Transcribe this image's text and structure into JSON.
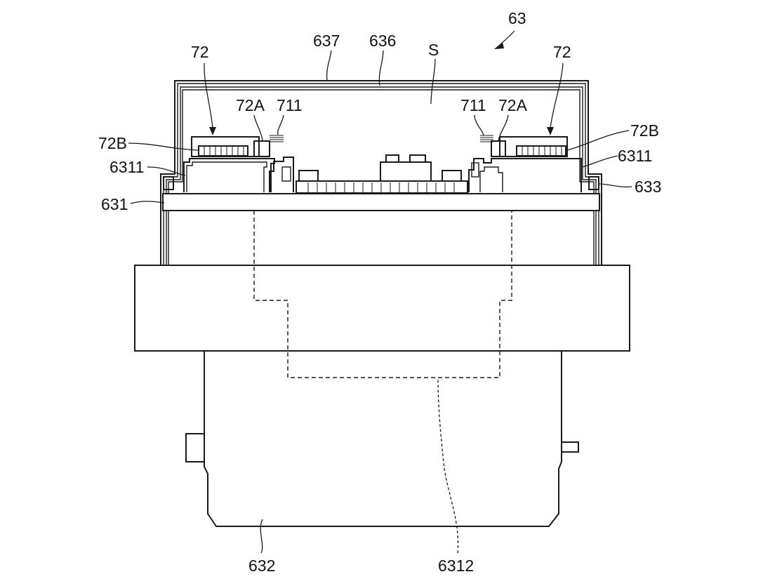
{
  "figure": {
    "reference_numeral": "63",
    "labels": {
      "cover_outer": "637",
      "cover_inner": "636",
      "space": "S",
      "left_module": "72",
      "right_module": "72",
      "left_72A": "72A",
      "left_711": "711",
      "right_711": "711",
      "right_72A": "72A",
      "left_72B": "72B",
      "right_72B": "72B",
      "left_6311": "6311",
      "right_6311": "6311",
      "left_631": "631",
      "right_633": "633",
      "bottom_632": "632",
      "bottom_6312": "6312"
    }
  }
}
